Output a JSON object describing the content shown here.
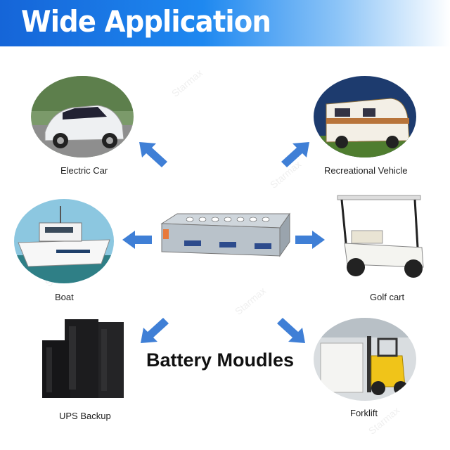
{
  "banner": {
    "title": "Wide Application"
  },
  "watermark": "Starmax",
  "center": {
    "label": "Battery Moudles"
  },
  "applications": [
    {
      "label": "Electric Car"
    },
    {
      "label": "Recreational Vehicle"
    },
    {
      "label": "Boat"
    },
    {
      "label": "Golf cart"
    },
    {
      "label": "UPS Backup"
    },
    {
      "label": "Forklift"
    }
  ],
  "colors": {
    "banner": "#1e88f0",
    "arrow": "#3f7fd6"
  }
}
